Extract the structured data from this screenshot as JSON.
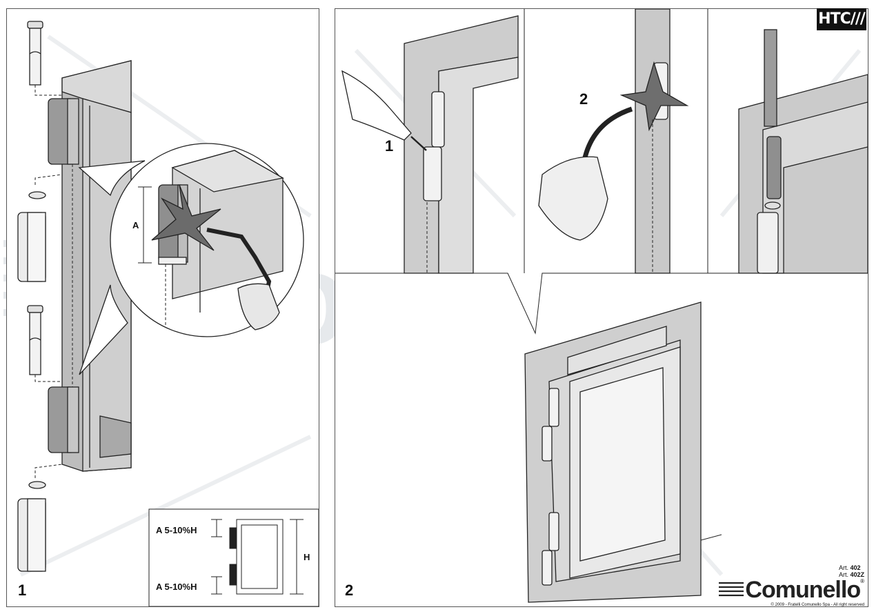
{
  "header": {
    "brand_badge": "HTC///"
  },
  "panel1": {
    "step_number": "1",
    "detail_label": "A",
    "legend": {
      "top_label": "A  5-10%H",
      "bottom_label": "A  5-10%H",
      "height_label": "H"
    }
  },
  "panel2": {
    "step_number": "2",
    "substep_1": "1",
    "substep_2": "2"
  },
  "footer": {
    "art_prefix": "Art.",
    "art_codes": [
      "402",
      "402Z"
    ],
    "brand_name": "Comunello",
    "registered": "®",
    "copyright": "© 2009 - Fratelli Comunello Spa - All right reserved"
  },
  "watermark_text": "Comunello",
  "colors": {
    "line": "#222222",
    "steel": "#c4c4c4",
    "steel_dark": "#8d8d8d",
    "watermark": "#e3e6ea"
  }
}
